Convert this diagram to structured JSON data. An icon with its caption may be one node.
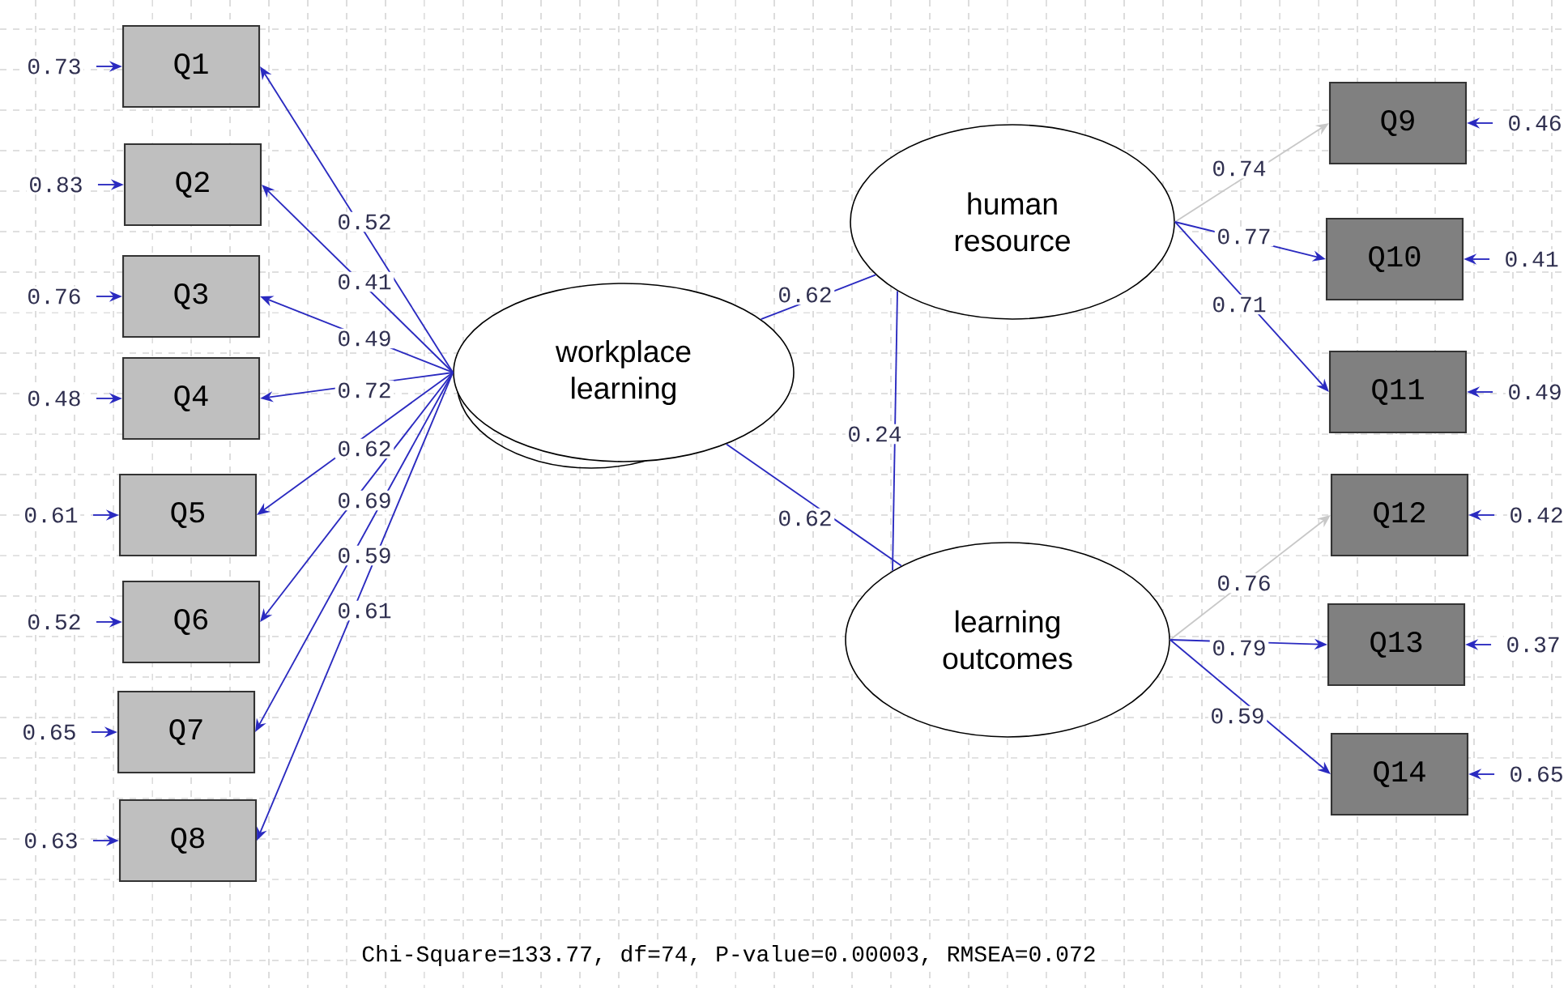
{
  "diagram": {
    "nodes": [
      {
        "text": [
          "Q1"
        ]
      },
      {
        "text": [
          "Q2"
        ]
      },
      {
        "text": [
          "Q3"
        ]
      },
      {
        "text": [
          "Q4"
        ]
      },
      {
        "text": [
          "Q5"
        ]
      },
      {
        "text": [
          "Q6"
        ]
      },
      {
        "text": [
          "Q7"
        ]
      },
      {
        "text": [
          "Q8"
        ]
      },
      {
        "text": [
          "workplace learning"
        ]
      },
      {
        "text": [
          "human resource"
        ]
      },
      {
        "text": [
          "learning outcomes"
        ]
      },
      {
        "text": [
          "Q9"
        ]
      },
      {
        "text": [
          "Q10"
        ]
      },
      {
        "text": [
          "Q11"
        ]
      },
      {
        "text": [
          "Q12"
        ]
      },
      {
        "text": [
          "Q13"
        ]
      },
      {
        "text": [
          "Q14"
        ]
      }
    ],
    "edges": [
      {
        "from": 8,
        "to": 0,
        "arrow": "to",
        "label": "0.52"
      },
      {
        "from": 8,
        "to": 1,
        "arrow": "to",
        "label": "0.41"
      },
      {
        "from": 8,
        "to": 2,
        "arrow": "to",
        "label": "0.49"
      },
      {
        "from": 8,
        "to": 3,
        "arrow": "to",
        "label": "0.72"
      },
      {
        "from": 8,
        "to": 4,
        "arrow": "to",
        "label": "0.62"
      },
      {
        "from": 8,
        "to": 5,
        "arrow": "to",
        "label": "0.69"
      },
      {
        "from": 8,
        "to": 6,
        "arrow": "to",
        "label": "0.59"
      },
      {
        "from": 8,
        "to": 7,
        "arrow": "to",
        "label": "0.61"
      },
      {
        "from": 8,
        "to": 9,
        "arrow": "none",
        "label": "0.62"
      },
      {
        "from": 8,
        "to": 10,
        "arrow": "none",
        "label": "0.62"
      },
      {
        "from": 9,
        "to": 10,
        "arrow": "none",
        "label": "0.24"
      },
      {
        "from": 9,
        "to": 11,
        "arrow": "to",
        "label": "0.74",
        "color": "#c8c8c8"
      },
      {
        "from": 9,
        "to": 12,
        "arrow": "to",
        "label": "0.77"
      },
      {
        "from": 9,
        "to": 13,
        "arrow": "to",
        "label": "0.71"
      },
      {
        "from": 10,
        "to": 14,
        "arrow": "to",
        "label": "0.76",
        "color": "#c8c8c8"
      },
      {
        "from": 10,
        "to": 15,
        "arrow": "to",
        "label": "0.79"
      },
      {
        "from": 10,
        "to": 16,
        "arrow": "to",
        "label": "0.59"
      },
      {
        "from": null,
        "to": 0,
        "arrow": "to",
        "label": "0.73"
      },
      {
        "from": null,
        "to": 1,
        "arrow": "to",
        "label": "0.83"
      },
      {
        "from": null,
        "to": 2,
        "arrow": "to",
        "label": "0.76"
      },
      {
        "from": null,
        "to": 3,
        "arrow": "to",
        "label": "0.48"
      },
      {
        "from": null,
        "to": 4,
        "arrow": "to",
        "label": "0.61"
      },
      {
        "from": null,
        "to": 5,
        "arrow": "to",
        "label": "0.52"
      },
      {
        "from": null,
        "to": 6,
        "arrow": "to",
        "label": "0.65"
      },
      {
        "from": null,
        "to": 7,
        "arrow": "to",
        "label": "0.63"
      },
      {
        "from": null,
        "to": 11,
        "arrow": "to",
        "label": "0.46"
      },
      {
        "from": null,
        "to": 12,
        "arrow": "to",
        "label": "0.41"
      },
      {
        "from": null,
        "to": 13,
        "arrow": "to",
        "label": "0.49"
      },
      {
        "from": null,
        "to": 14,
        "arrow": "to",
        "label": "0.42"
      },
      {
        "from": null,
        "to": 15,
        "arrow": "to",
        "label": "0.37"
      },
      {
        "from": null,
        "to": 16,
        "arrow": "to",
        "label": "0.65"
      }
    ],
    "labels": [
      "Chi-Square=133.77, df=74, P-value=0.00003, RMSEA=0.072"
    ]
  }
}
